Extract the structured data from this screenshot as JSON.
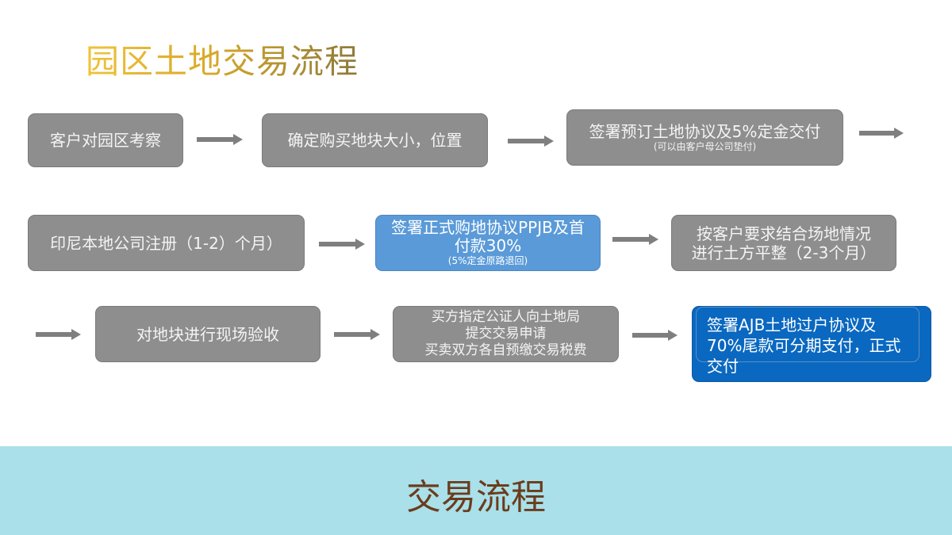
{
  "title": "园区土地交易流程",
  "steps": [
    {
      "main": "客户对园区考察"
    },
    {
      "main": "确定购买地块大小，位置"
    },
    {
      "main": "签署预订土地协议及5%定金交付",
      "sub": "(可以由客户母公司垫付)"
    },
    {
      "main": "印尼本地公司注册（1-2）个月）"
    },
    {
      "main": "签署正式购地协议PPJB及首付款30%",
      "sub": "(5%定金原路退回)"
    },
    {
      "line1": "按客户要求结合场地情况",
      "line2": "进行土方平整（2-3个月）"
    },
    {
      "main": "对地块进行现场验收"
    },
    {
      "line1": "买方指定公证人向土地局",
      "line2": "提交交易申请",
      "line3": "买卖双方各自预缴交易税费"
    },
    {
      "main": "签署AJB土地过户协议及70%尾款可分期支付，正式交付"
    }
  ],
  "footer": "交易流程",
  "colors": {
    "gray": "#8e8e8e",
    "blue": "#5a9ad8",
    "dark_blue": "#0a68c0",
    "band": "#a9e0e9",
    "footer_text": "#6b3c1c"
  }
}
